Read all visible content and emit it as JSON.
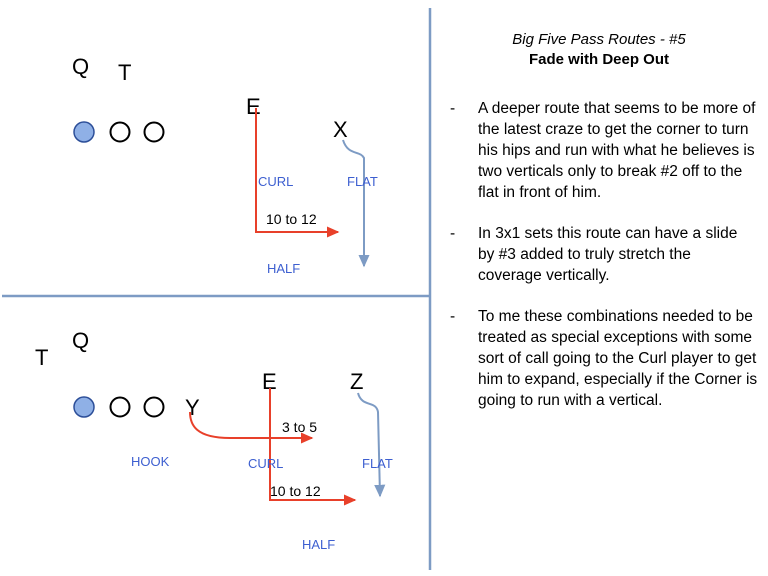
{
  "title": "Big Five Pass Routes - #5",
  "subtitle": "Fade with Deep Out",
  "bullet_marker": "-",
  "bullets": [
    "A deeper route that seems to be more of the latest craze to get the corner to turn his hips and run with what he believes is two verticals only to break #2 off to the flat in front of him.",
    "In 3x1 sets this route can have a slide by #3 added to truly stretch the coverage vertically.",
    "To me these combinations needed to be treated as special exceptions with some sort of call going to the Curl player to get him to expand, especially if the Corner is going to run with a vertical."
  ],
  "top_diagram": {
    "players": {
      "q": "Q",
      "t": "T",
      "e": "E",
      "x": "X"
    },
    "zones": {
      "curl": "CURL",
      "flat": "FLAT",
      "half": "HALF"
    },
    "route_label": "10 to 12"
  },
  "bottom_diagram": {
    "players": {
      "q": "Q",
      "t": "T",
      "y": "Y",
      "e": "E",
      "z": "Z"
    },
    "zones": {
      "hook": "HOOK",
      "curl": "CURL",
      "flat": "FLAT",
      "half": "HALF"
    },
    "route_labels": {
      "short": "3 to 5",
      "deep": "10 to 12"
    }
  },
  "colors": {
    "divider": "#7d9bc4",
    "route_red": "#e8402a",
    "route_blue": "#7d9bc4",
    "zone_text": "#3d5fd0",
    "center_fill": "#8fb0e6"
  }
}
